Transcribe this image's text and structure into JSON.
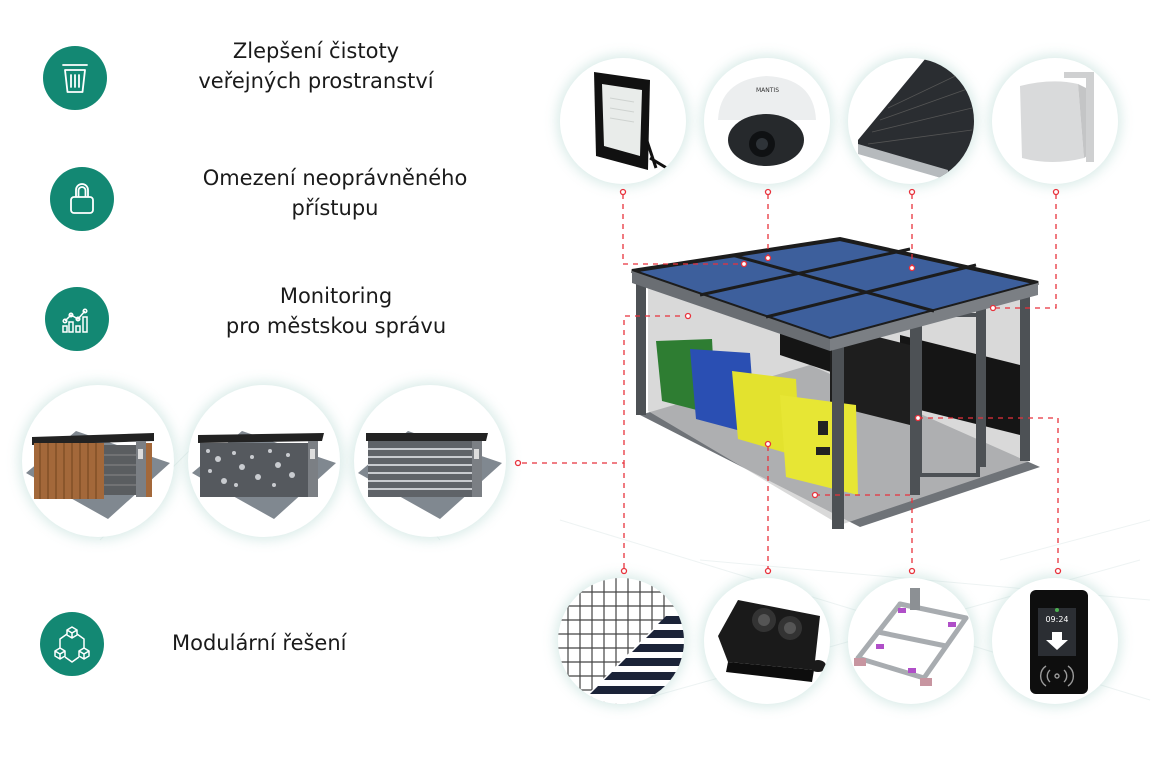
{
  "features": [
    {
      "icon": "trash-bin-icon",
      "lines": [
        "Zlepšení čistoty",
        "veřejných prostranství"
      ]
    },
    {
      "icon": "padlock-icon",
      "lines": [
        "Omezení neoprávněného",
        "přístupu"
      ]
    },
    {
      "icon": "chart-trend-icon",
      "lines": [
        "Monitoring",
        "pro městskou správu"
      ]
    },
    {
      "icon": "modules-network-icon",
      "lines": [
        "Modulární řešení"
      ]
    }
  ],
  "shelter_variants": [
    "wood-cladding",
    "perforated-panels",
    "horizontal-slats"
  ],
  "top_components": [
    "floodlight",
    "dome-camera",
    "solar-panel",
    "speaker"
  ],
  "bottom_components": [
    "mesh-netting",
    "fill-level-sensor",
    "wheel-frame",
    "access-card-reader"
  ],
  "reader_display": {
    "time": "09:24"
  },
  "colors": {
    "accent_green": "#138873",
    "connector_red": "#e8323c",
    "roof_blue": "#3d5f9c",
    "bin_green": "#2e7d32",
    "bin_blue": "#2a4fb3",
    "bin_yellow": "#e7e634"
  }
}
